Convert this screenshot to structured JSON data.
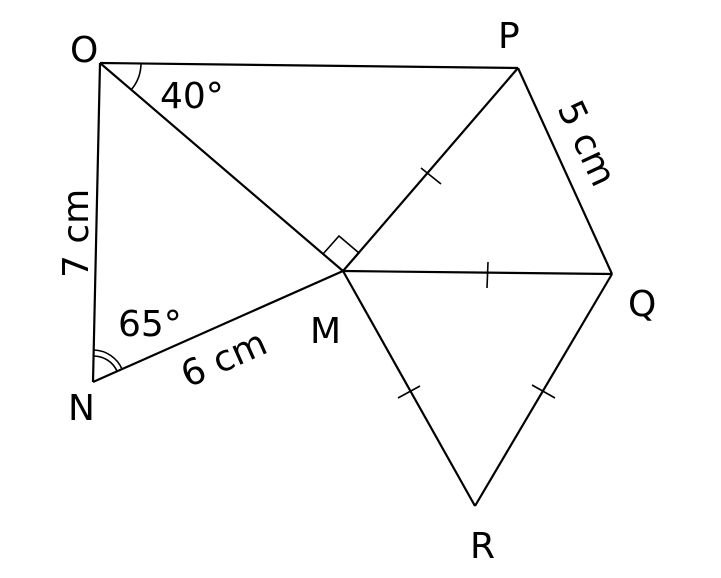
{
  "points": {
    "O": "O",
    "P": "P",
    "Q": "Q",
    "M": "M",
    "N": "N",
    "R": "R"
  },
  "angles": {
    "POM": "40°",
    "ONM": "65°"
  },
  "lengths": {
    "ON": "7 cm",
    "NM": "6 cm",
    "PQ": "5 cm"
  }
}
